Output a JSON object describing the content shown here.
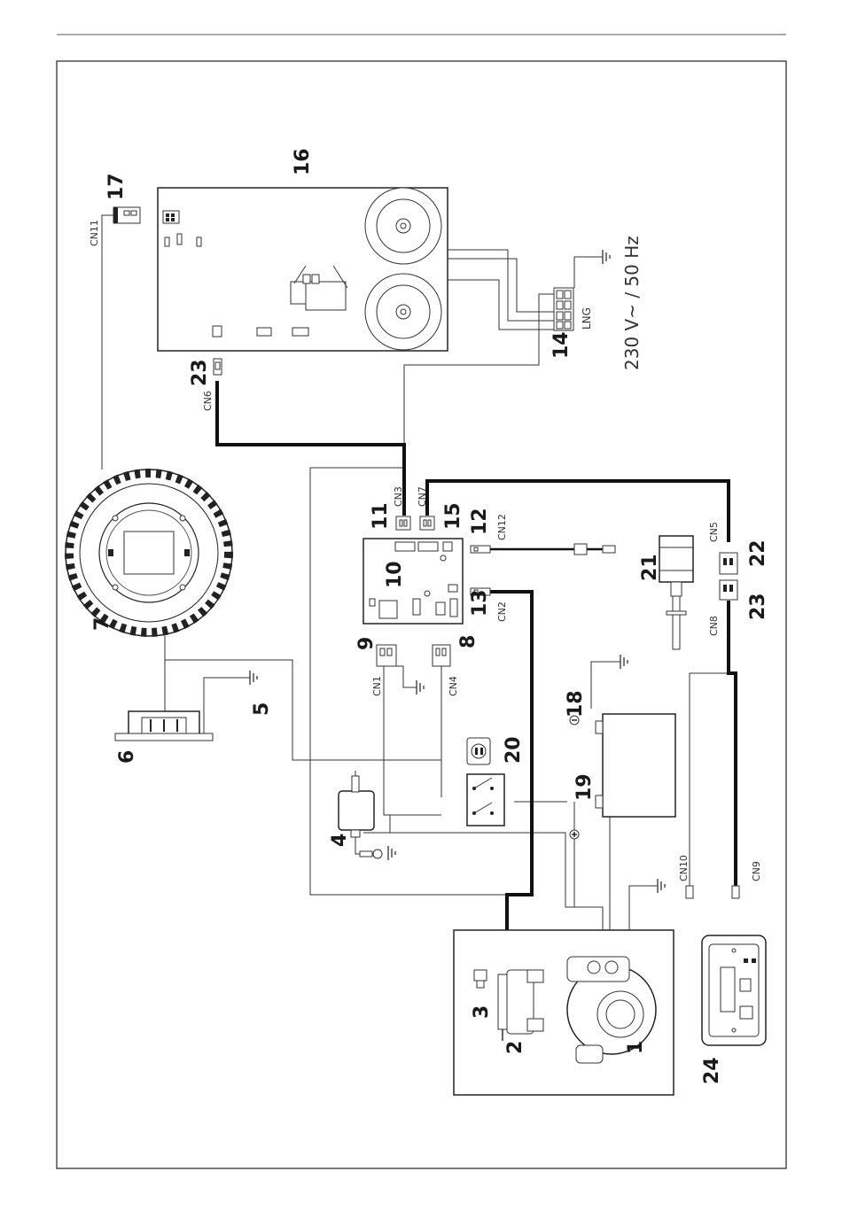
{
  "labels": {
    "n1": "1",
    "n2": "2",
    "n3": "3",
    "n4": "4",
    "n5": "5",
    "n6": "6",
    "n7": "7",
    "n8": "8",
    "n9": "9",
    "n10": "10",
    "n11": "11",
    "n12": "12",
    "n13": "13",
    "n14": "14",
    "n15": "15",
    "n16": "16",
    "n17": "17",
    "n18": "18",
    "n19": "19",
    "n20": "20",
    "n21": "21",
    "n22": "22",
    "n23a": "23",
    "n23b": "23",
    "n24": "24"
  },
  "connectors": {
    "cn1": "CN1",
    "cn2": "CN2",
    "cn3": "CN3",
    "cn4": "CN4",
    "cn5": "CN5",
    "cn6": "CN6",
    "cn7": "CN7",
    "cn8": "CN8",
    "cn9": "CN9",
    "cn10": "CN10",
    "cn11": "CN11",
    "cn12": "CN12"
  },
  "supply": {
    "voltage": "230 V~ / 50 Hz",
    "terminals": "LNG"
  },
  "polarity": {
    "minus": "−",
    "plus": "+"
  }
}
